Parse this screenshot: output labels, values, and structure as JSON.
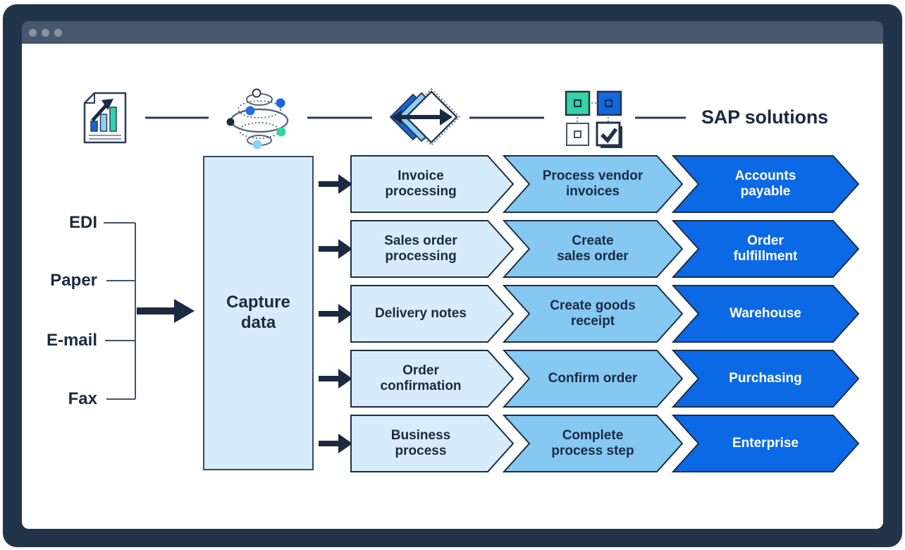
{
  "window": {
    "type": "browser-mock",
    "control_dots": 3
  },
  "header": {
    "title": "SAP solutions",
    "icons": [
      "document-chart-icon",
      "data-orbit-icon",
      "transfer-diamonds-icon",
      "solution-grid-icon"
    ]
  },
  "sources": {
    "items": [
      "EDI",
      "Paper",
      "E-mail",
      "Fax"
    ]
  },
  "capture": {
    "label": "Capture\ndata"
  },
  "rows": [
    {
      "input": "Invoice\nprocessing",
      "action": "Process vendor\ninvoices",
      "solution": "Accounts\npayable"
    },
    {
      "input": "Sales order\nprocessing",
      "action": "Create\nsales order",
      "solution": "Order\nfulfillment"
    },
    {
      "input": "Delivery notes",
      "action": "Create goods\nreceipt",
      "solution": "Warehouse"
    },
    {
      "input": "Order\nconfirmation",
      "action": "Confirm order",
      "solution": "Purchasing"
    },
    {
      "input": "Business\nprocess",
      "action": "Complete\nprocess step",
      "solution": "Enterprise"
    }
  ],
  "colors": {
    "frame_navy": "#22344a",
    "titlebar_slate": "#47586e",
    "light_blue": "#d7ecfa",
    "medium_blue": "#85c8f2",
    "primary_blue": "#0c69e6",
    "teal": "#35d3a8",
    "navy_text": "#1b2a40"
  }
}
